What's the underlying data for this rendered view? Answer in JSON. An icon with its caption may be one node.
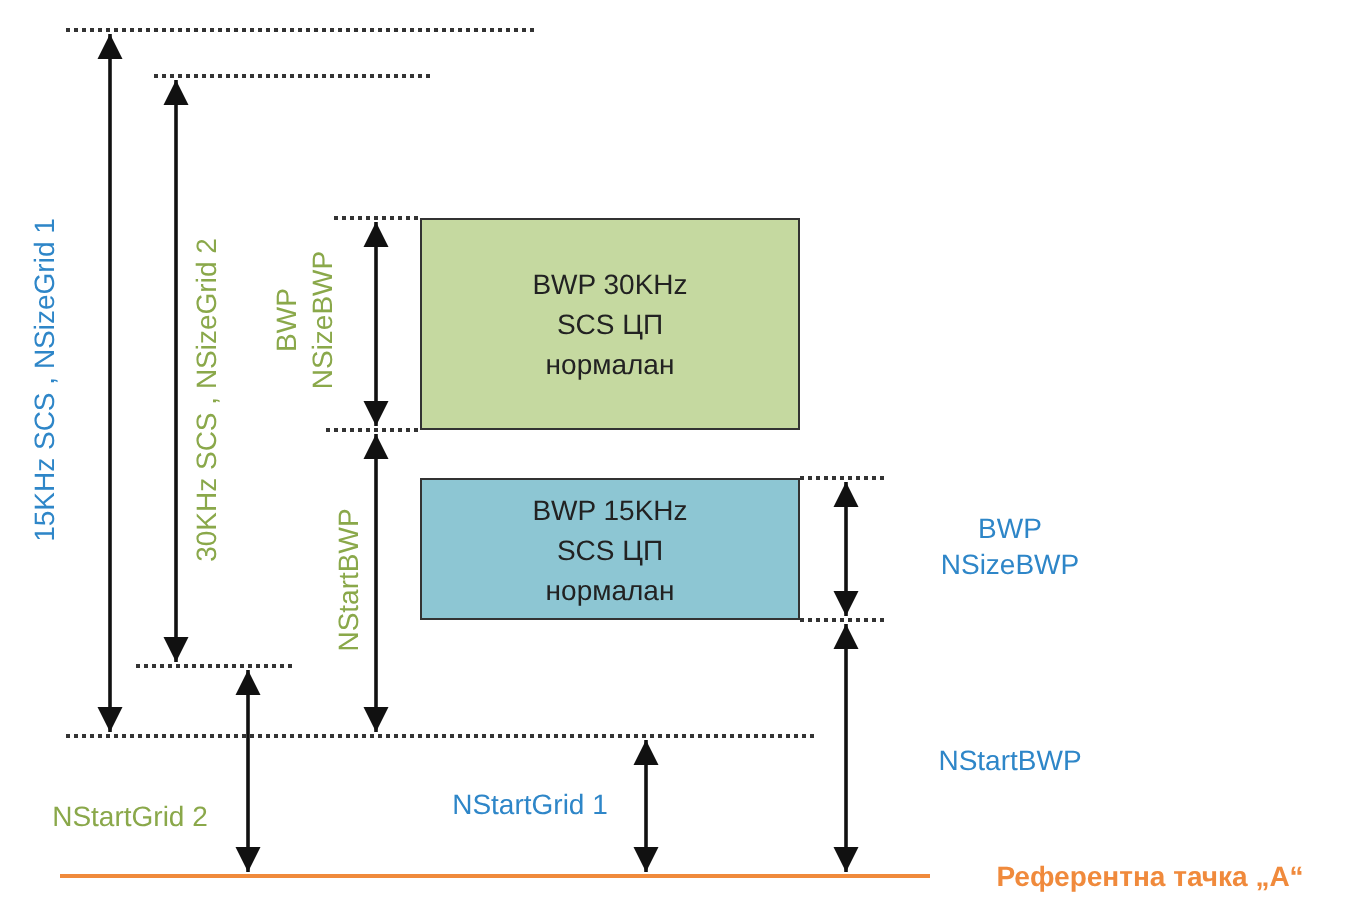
{
  "diagram": {
    "nodes": [
      {
        "text": [
          "BWP 30KHz SCS ЦП нормалан"
        ]
      },
      {
        "text": [
          "BWP 15KHz SCS ЦП нормалан"
        ]
      }
    ],
    "edges": [],
    "labels": [
      "15KHz SCS , NSizeGrid 1",
      "30KHz SCS , NSizeGrid 2",
      "BWP NSizeBWP",
      "NStartBWP",
      "BWP NSizeBWP",
      "NStartBWP",
      "NStartGrid 2",
      "NStartGrid 1",
      "Референтна тачка „A“"
    ]
  }
}
